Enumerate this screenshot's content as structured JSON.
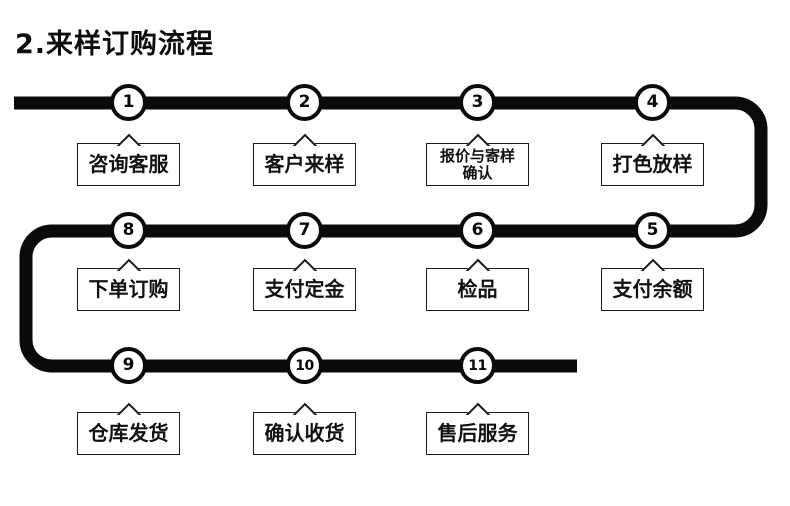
{
  "title": "2.来样订购流程",
  "colors": {
    "line": "#0a0a0a",
    "box_border": "#1c1c1c",
    "text": "#111111",
    "background": "#ffffff"
  },
  "flow": {
    "type": "process-flow-diagram",
    "description_rows": [
      "steps 1-4 left to right",
      "steps 5-8 right to left",
      "steps 9-11 left to right"
    ],
    "steps": [
      {
        "num": "1",
        "label": "咨询客服"
      },
      {
        "num": "2",
        "label": "客户来样"
      },
      {
        "num": "3",
        "label": "报价与寄样\n确认"
      },
      {
        "num": "4",
        "label": "打色放样"
      },
      {
        "num": "5",
        "label": "支付余额"
      },
      {
        "num": "6",
        "label": "检品"
      },
      {
        "num": "7",
        "label": "支付定金"
      },
      {
        "num": "8",
        "label": "下单订购"
      },
      {
        "num": "9",
        "label": "仓库发货"
      },
      {
        "num": "10",
        "label": "确认收货"
      },
      {
        "num": "11",
        "label": "售后服务"
      }
    ]
  }
}
